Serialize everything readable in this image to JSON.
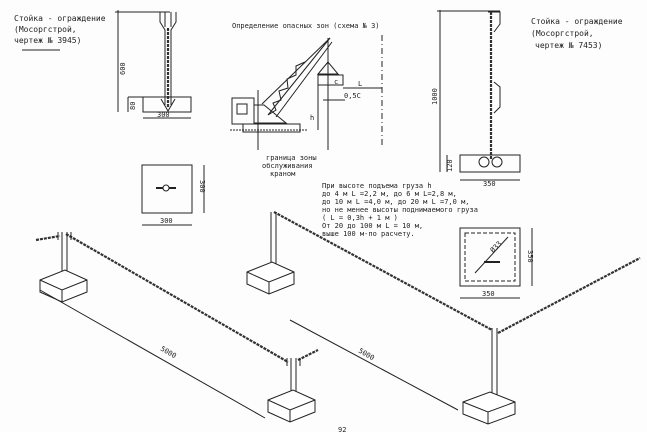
{
  "left_post": {
    "caption": [
      "Стойка - ограждение",
      "(Мосоргстрой,",
      "чертеж № 3945)"
    ],
    "dim_height": "600",
    "dim_base_height": "80",
    "dim_base_width": "300"
  },
  "crane_scheme": {
    "title": "Определение опасных зон (схема № 3)",
    "label_L": "L",
    "label_c": "c",
    "label_half_c": "0,5C",
    "label_h": "h",
    "caption": [
      "граница зоны",
      "обслуживания",
      "краном"
    ]
  },
  "right_post": {
    "caption": [
      "Стойка - ограждение",
      "(Мосоргстрой,",
      "чертеж № 7453)"
    ],
    "dim_height": "1000",
    "dim_base_height": "120",
    "dim_base_width": "350"
  },
  "left_plan": {
    "dim_width": "300",
    "dim_height": "300"
  },
  "right_plan": {
    "dim_width": "350",
    "dim_height": "350",
    "hole": "Ø33"
  },
  "rule_text": [
    "При высоте подъема груза h",
    "до 4 м L =2,2 м, до 6 м L=2,8 м,",
    "до 10 м L =4,0 м, до 20 м L =7,0 м,",
    "но не менее высоты поднимаемого груза",
    "( L = 0,3h + 1 м )",
    "От 20 до 100 м L = 10 м,",
    "выше 100 м-по расчету."
  ],
  "isometric": {
    "dim_left": "5000",
    "dim_right": "5000"
  },
  "page_number": "92"
}
